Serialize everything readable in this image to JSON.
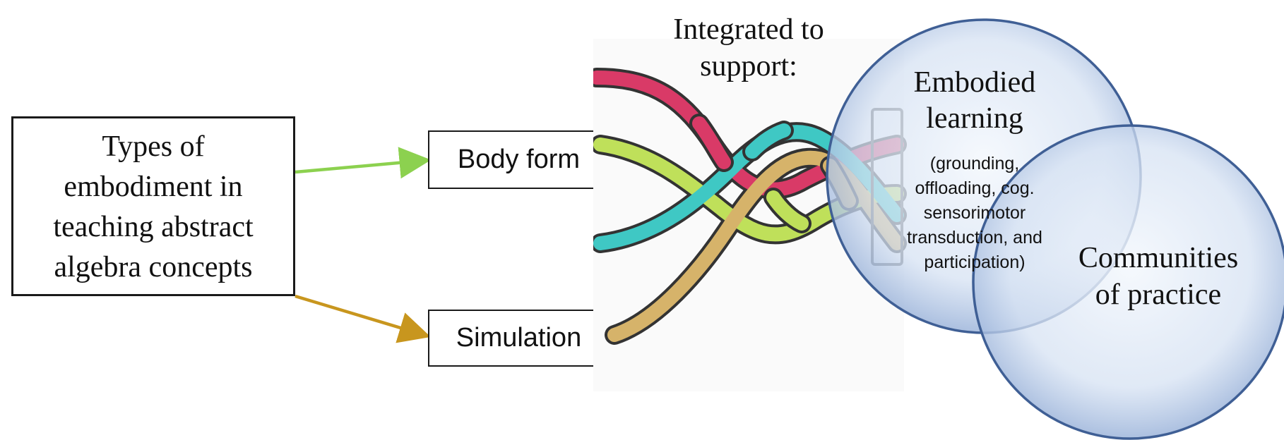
{
  "diagram": {
    "main_box": {
      "text": "Types of\nembodiment in\nteaching abstract\nalgebra concepts"
    },
    "types": [
      {
        "label": "Body form",
        "arrow_color": "#8cd14f"
      },
      {
        "label": "Simulation",
        "arrow_color": "#c8961e"
      }
    ],
    "integration_label": "Integrated to\nsupport:",
    "braid_strand_colors": [
      "#d93a67",
      "#3fc8c4",
      "#bfe05a",
      "#d6b36a"
    ],
    "circles": [
      {
        "title": "Embodied\nlearning",
        "detail": "(grounding,\noffloading, cog.\nsensorimotor\ntransduction, and\nparticipation)"
      },
      {
        "title": "Communities\nof practice"
      }
    ],
    "colors": {
      "circle_fill": "#c9d8ef",
      "circle_edge": "#3f5f95",
      "box_border": "#1a1a1a"
    }
  }
}
